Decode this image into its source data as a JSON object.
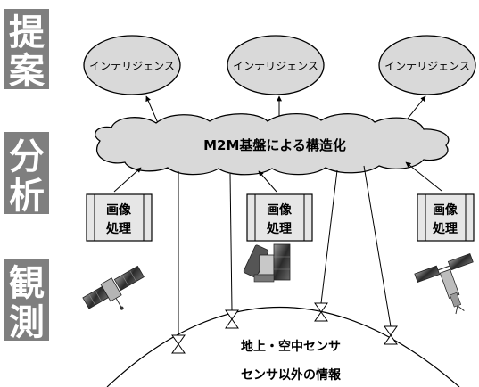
{
  "stages": {
    "proposal": [
      "提",
      "案"
    ],
    "analysis": [
      "分",
      "析"
    ],
    "observation": [
      "観",
      "測"
    ]
  },
  "intelligence": [
    {
      "label": "インテリジェンス"
    },
    {
      "label": "インテリジェンス"
    },
    {
      "label": "インテリジェンス"
    }
  ],
  "cloud": {
    "label": "M2M基盤による構造化"
  },
  "image_processing": [
    {
      "line1": "画像",
      "line2": "処理"
    },
    {
      "line1": "画像",
      "line2": "処理"
    },
    {
      "line1": "画像",
      "line2": "処理"
    }
  ],
  "ground": {
    "sensors_label": "地上・空中センサ",
    "non_sensor_label": "センサ以外の情報"
  },
  "colors": {
    "stage_box": "#7f7f7f",
    "ellipse_fill": "#d9d9d9",
    "cloud_fill": "#d9d9d9",
    "box_fill": "#e6e6e6"
  },
  "icons": [
    "satellite-icon",
    "satellite-icon",
    "satellite-icon",
    "hourglass-sensor-icon"
  ]
}
